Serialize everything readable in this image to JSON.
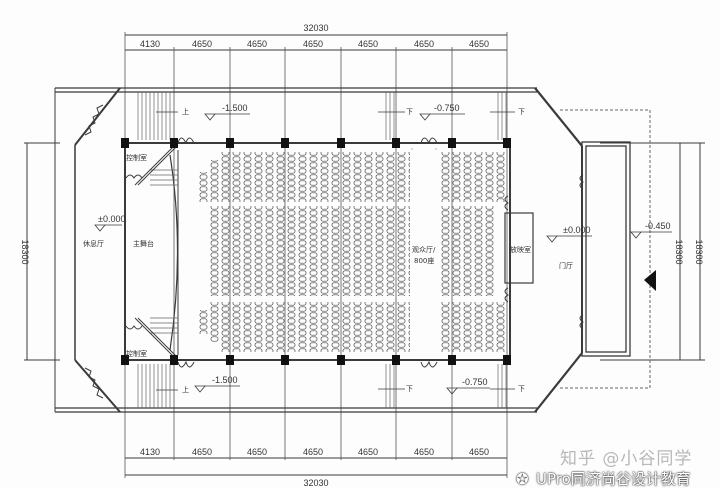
{
  "drawing": {
    "type": "theatre floor plan",
    "overall_width_label": "32030",
    "overall_depth_label": "18300",
    "bay_labels": [
      "4130",
      "4650",
      "4650",
      "4650",
      "4650",
      "4650",
      "4650"
    ],
    "levels": {
      "lobby_left": "±0.000",
      "stage_front_left": "-1.500",
      "stage_front_right": "-0.750",
      "lobby_right": "±0.000",
      "entrance": "-0.450"
    },
    "rooms": {
      "rest_hall": "休息厅",
      "main_stage": "主舞台",
      "control_room_top": "控制室",
      "control_room_bottom": "控制室",
      "auditorium": "观众厅/",
      "auditorium_capacity": "800座",
      "projection_room": "放映室",
      "foyer": "门厅"
    },
    "stair_labels": {
      "up": "上",
      "down": "下"
    },
    "colors": {
      "line": "#3a3a3a",
      "column": "#111111",
      "background": "#fdfdfd"
    }
  },
  "watermark": {
    "line1": "知乎 @小谷同学",
    "line2": "UPro同济尚谷设计教育"
  }
}
